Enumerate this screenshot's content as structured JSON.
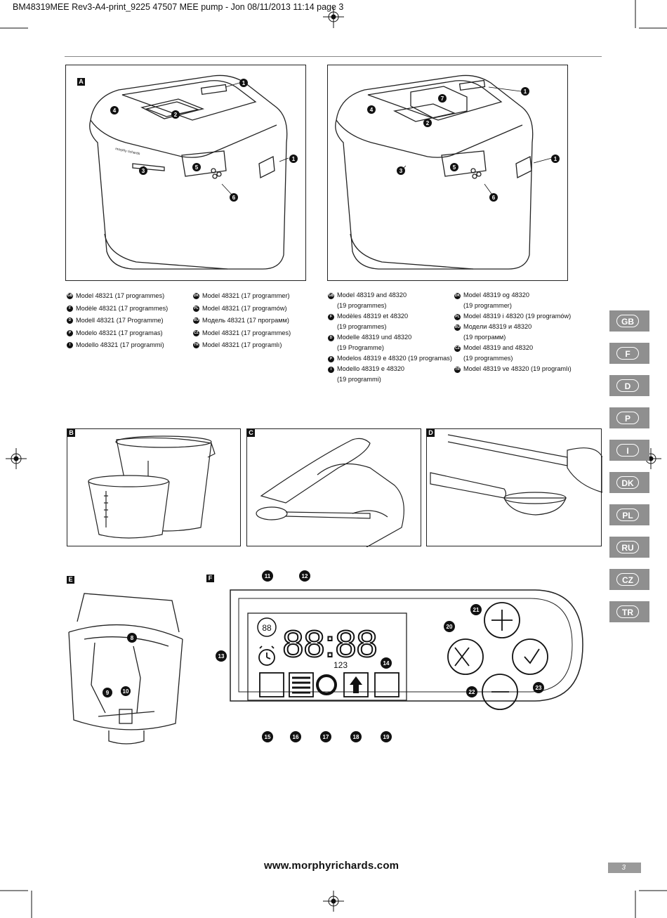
{
  "header": {
    "print_info": "BM48319MEE Rev3-A4-print_9225 47507 MEE pump - Jon  08/11/2013  11:14  page 3"
  },
  "figures": {
    "a_label": "A",
    "b_label": "B",
    "c_label": "C",
    "d_label": "D",
    "e_label": "E",
    "f_label": "F",
    "brand_on_device": "morphy richards",
    "display_digits": "88:88",
    "display_small_digits": "88",
    "display_123": "123"
  },
  "model_list_a_left": [
    {
      "flag": "GB",
      "text": "Model 48321 (17 programmes)"
    },
    {
      "flag": "F",
      "text": "Modèle 48321 (17 programmes)"
    },
    {
      "flag": "D",
      "text": "Modell 48321 (17 Programme)"
    },
    {
      "flag": "P",
      "text": "Modelo 48321 (17 programas)"
    },
    {
      "flag": "I",
      "text": "Modello 48321 (17 programmi)"
    }
  ],
  "model_list_a_right": [
    {
      "flag": "DK",
      "text": "Model 48321 (17 programmer)"
    },
    {
      "flag": "PL",
      "text": "Model 48321 (17 programów)"
    },
    {
      "flag": "RU",
      "text": "Модель 48321 (17 программ)"
    },
    {
      "flag": "CZ",
      "text": "Model 48321 (17 programmes)"
    },
    {
      "flag": "TR",
      "text": "Model 48321 (17 programlı)"
    }
  ],
  "model_list_b_left": [
    {
      "flag": "GB",
      "text": "Model 48319 and 48320",
      "text2": "(19 programmes)"
    },
    {
      "flag": "F",
      "text": "Modèles 48319 et 48320",
      "text2": "(19 programmes)"
    },
    {
      "flag": "D",
      "text": "Modelle 48319 und 48320",
      "text2": "(19 Programme)"
    },
    {
      "flag": "P",
      "text": "Modelos 48319 e 48320 (19 programas)",
      "text2": ""
    },
    {
      "flag": "I",
      "text": "Modello 48319 e 48320",
      "text2": "(19 programmi)"
    }
  ],
  "model_list_b_right": [
    {
      "flag": "DK",
      "text": "Model 48319 og 48320",
      "text2": "(19 programmer)"
    },
    {
      "flag": "PL",
      "text": "Model 48319 i 48320 (19 programów)",
      "text2": ""
    },
    {
      "flag": "RU",
      "text": "Модели 48319 и 48320",
      "text2": "(19 программ)"
    },
    {
      "flag": "CZ",
      "text": "Model 48319 and 48320",
      "text2": "(19 programmes)"
    },
    {
      "flag": "TR",
      "text": "Model 48319 ve 48320 (19 programlı)",
      "text2": ""
    }
  ],
  "language_tabs": [
    "GB",
    "F",
    "D",
    "P",
    "I",
    "DK",
    "PL",
    "RU",
    "CZ",
    "TR"
  ],
  "callouts": {
    "n1": "1",
    "n2": "2",
    "n3": "3",
    "n4": "4",
    "n5": "5",
    "n6": "6",
    "n7": "7",
    "n8": "8",
    "n9": "9",
    "n10": "10",
    "n11": "11",
    "n12": "12",
    "n13": "13",
    "n14": "14",
    "n15": "15",
    "n16": "16",
    "n17": "17",
    "n18": "18",
    "n19": "19",
    "n20": "20",
    "n21": "21",
    "n22": "22",
    "n23": "23"
  },
  "footer": {
    "url": "www.morphyrichards.com",
    "page_number": "3"
  }
}
